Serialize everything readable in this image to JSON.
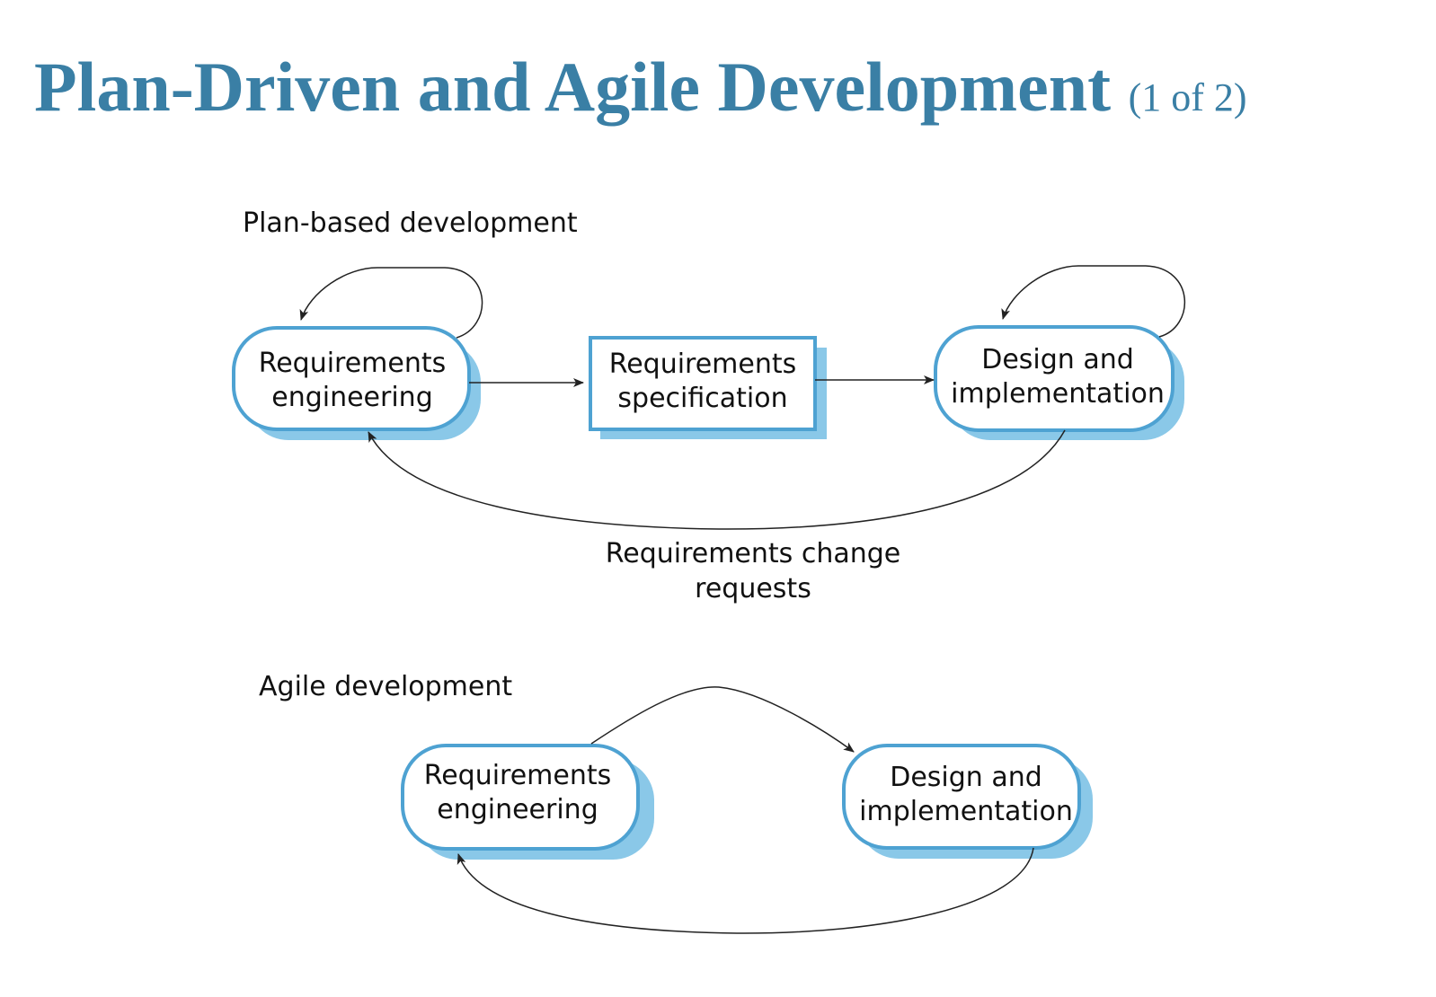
{
  "title": {
    "main": "Plan-Driven and Agile Development",
    "sub": "(1 of 2)"
  },
  "plan": {
    "label": "Plan-based development",
    "nodes": {
      "req_eng": [
        "Requirements",
        "engineering"
      ],
      "req_spec": [
        "Requirements",
        "specification"
      ],
      "design": [
        "Design and",
        "implementation"
      ]
    },
    "change_label": [
      "Requirements change",
      "requests"
    ]
  },
  "agile": {
    "label": "Agile development",
    "nodes": {
      "req_eng": [
        "Requirements",
        "engineering"
      ],
      "design": [
        "Design and",
        "implementation"
      ]
    }
  },
  "colors": {
    "title": "#3a7fa5",
    "node_border": "#4ea2d2",
    "node_shadow": "#8ac8e8",
    "edge": "#222222"
  }
}
